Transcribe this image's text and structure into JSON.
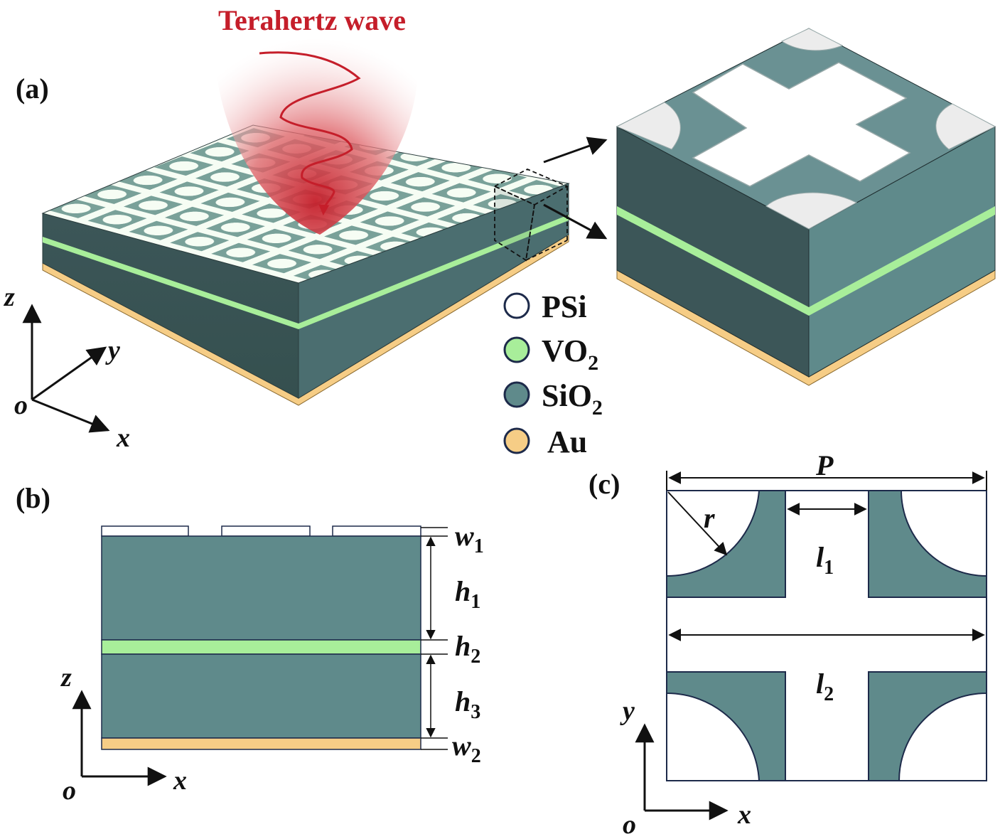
{
  "colors": {
    "psi": "#ffffff",
    "vo2": "#a8ee9a",
    "sio2": "#5f8a8b",
    "sio2_dark": "#3c5658",
    "au": "#f6cd86",
    "wave": "#c51e2a",
    "outline": "#1d2a4a"
  },
  "panel_a": {
    "label": "(a)",
    "wave_title": "Terahertz wave",
    "axes": {
      "z": "z",
      "y": "y",
      "x": "x",
      "origin": "o"
    }
  },
  "legend": [
    {
      "name": "PSi",
      "sub": "",
      "color": "#ffffff"
    },
    {
      "name": "VO",
      "sub": "2",
      "color": "#a8ee9a"
    },
    {
      "name": "SiO",
      "sub": "2",
      "color": "#5f8a8b"
    },
    {
      "name": "Au",
      "sub": "",
      "color": "#f6cd86"
    }
  ],
  "panel_b": {
    "label": "(b)",
    "axes": {
      "z": "z",
      "x": "x",
      "origin": "o"
    },
    "dims": [
      {
        "sym": "w",
        "sub": "1"
      },
      {
        "sym": "h",
        "sub": "1"
      },
      {
        "sym": "h",
        "sub": "2"
      },
      {
        "sym": "h",
        "sub": "3"
      },
      {
        "sym": "w",
        "sub": "2"
      }
    ]
  },
  "panel_c": {
    "label": "(c)",
    "axes": {
      "y": "y",
      "x": "x",
      "origin": "o"
    },
    "dims": {
      "P": "P",
      "r": "r",
      "l1": {
        "sym": "l",
        "sub": "1"
      },
      "l2": {
        "sym": "l",
        "sub": "2"
      }
    }
  }
}
